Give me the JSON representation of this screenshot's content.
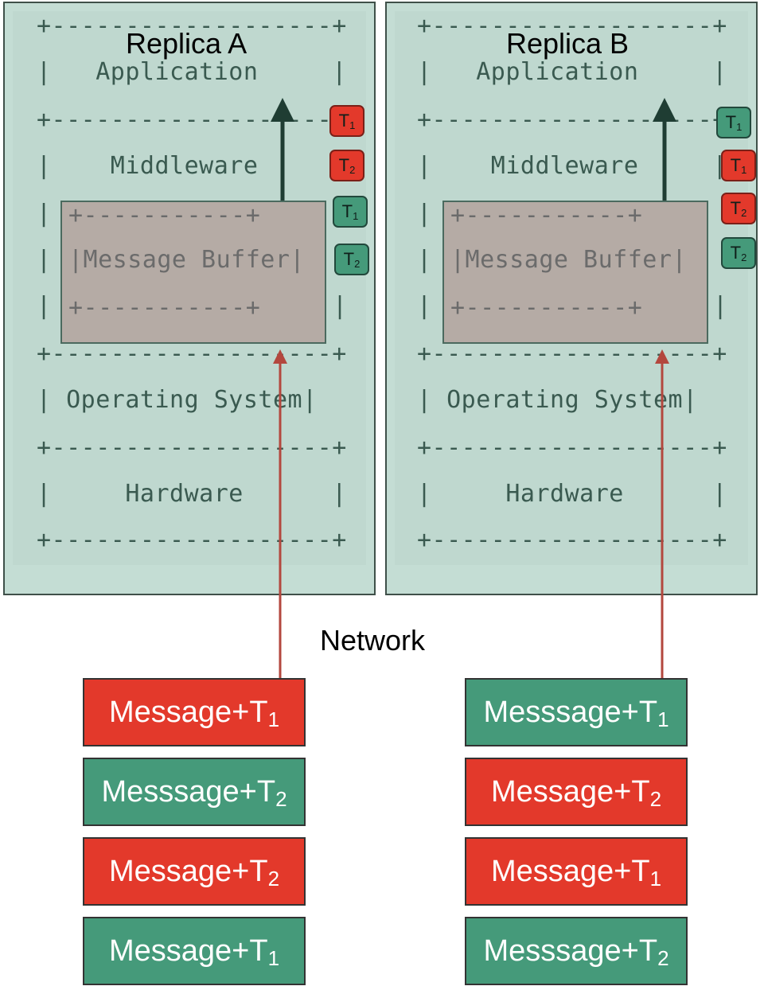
{
  "replicas": [
    {
      "title": "Replica A",
      "rows": {
        "border_top": "+-------------------+",
        "application": "|   Application     |",
        "border_app": "+-------------------+",
        "middleware": "|    Middleware     |",
        "side_left": "|",
        "buf_top": "+-----------+",
        "buf_label": "|Message Buffer|",
        "buf_bottom": "+-----------+",
        "side_right": "|",
        "border_os": "+-------------------+",
        "os": "| Operating System|",
        "border_hw": "+-------------------+",
        "hardware": "|     Hardware      |",
        "border_bottom": "+-------------------+"
      },
      "badges": [
        {
          "letter": "T",
          "sub": "1",
          "color": "red"
        },
        {
          "letter": "T",
          "sub": "2",
          "color": "red"
        },
        {
          "letter": "T",
          "sub": "1",
          "color": "green"
        },
        {
          "letter": "T",
          "sub": "2",
          "color": "green"
        }
      ]
    },
    {
      "title": "Replica B",
      "rows": {
        "border_top": "+-------------------+",
        "application": "|   Application     |",
        "border_app": "+-------------------+",
        "middleware": "|    Middleware     |",
        "side_left": "|",
        "buf_top": "+-----------+",
        "buf_label": "|Message Buffer|",
        "buf_bottom": "+-----------+",
        "side_right": "|",
        "border_os": "+-------------------+",
        "os": "| Operating System|",
        "border_hw": "+-------------------+",
        "hardware": "|     Hardware      |",
        "border_bottom": "+-------------------+"
      },
      "badges": [
        {
          "letter": "T",
          "sub": "1",
          "color": "green"
        },
        {
          "letter": "T",
          "sub": "1",
          "color": "red"
        },
        {
          "letter": "T",
          "sub": "2",
          "color": "red"
        },
        {
          "letter": "T",
          "sub": "2",
          "color": "green"
        }
      ]
    }
  ],
  "network_label": "Network",
  "messages_a": [
    {
      "text": "Message+T",
      "sub": "1",
      "color": "red"
    },
    {
      "text": "Messsage+T",
      "sub": "2",
      "color": "green"
    },
    {
      "text": "Message+T",
      "sub": "2",
      "color": "red"
    },
    {
      "text": "Message+T",
      "sub": "1",
      "color": "green"
    }
  ],
  "messages_b": [
    {
      "text": "Messsage+T",
      "sub": "1",
      "color": "green"
    },
    {
      "text": "Message+T",
      "sub": "2",
      "color": "red"
    },
    {
      "text": "Message+T",
      "sub": "1",
      "color": "red"
    },
    {
      "text": "Messsage+T",
      "sub": "2",
      "color": "green"
    }
  ],
  "colors": {
    "red": "#e3392b",
    "green": "#459a7a",
    "panel": "#c4ddd4",
    "buffer": "#b5aba5",
    "up_arrow": "#1f3d33",
    "in_arrow": "#b3473e"
  }
}
